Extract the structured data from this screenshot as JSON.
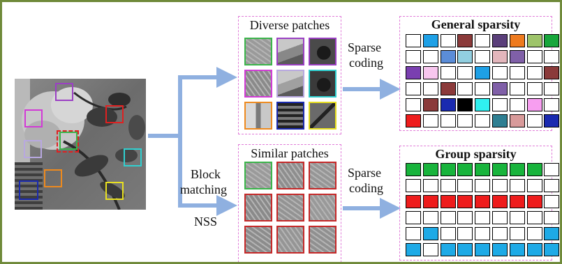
{
  "photo": {
    "boxes": [
      {
        "color": "#9b3fc4",
        "dashed": false
      },
      {
        "color": "#d23ad6",
        "dashed": false
      },
      {
        "color": "#e02020",
        "dashed": false
      },
      {
        "color": "#3ab54a",
        "dashed": false
      },
      {
        "color": "#e02020",
        "dashed": true
      },
      {
        "color": "#b8a8e0",
        "dashed": false
      },
      {
        "color": "#ee8a1e",
        "dashed": false
      },
      {
        "color": "#30d0d0",
        "dashed": false
      },
      {
        "color": "#1a2ab0",
        "dashed": false
      },
      {
        "color": "#e8e020",
        "dashed": false
      }
    ]
  },
  "labels": {
    "block_matching_1": "Block",
    "block_matching_2": "matching",
    "nss": "NSS",
    "sparse_coding_1": "Sparse",
    "sparse_coding_2": "coding"
  },
  "diverse": {
    "title": "Diverse patches",
    "patches": [
      {
        "border": "#3ab54a",
        "tone": "#9a9a9a",
        "pattern": "veins"
      },
      {
        "border": "#9b3fc4",
        "tone": "#888888",
        "pattern": "fold"
      },
      {
        "border": "#9b3fc4",
        "tone": "#4a4a4a",
        "pattern": "bud"
      },
      {
        "border": "#d23ad6",
        "tone": "#8a8a8a",
        "pattern": "veins"
      },
      {
        "border": "#b8a8e0",
        "tone": "#a0a0a0",
        "pattern": "fold"
      },
      {
        "border": "#30d0d0",
        "tone": "#3a3a3a",
        "pattern": "bud"
      },
      {
        "border": "#ee8a1e",
        "tone": "#bdbdbd",
        "pattern": "vertical"
      },
      {
        "border": "#1a2ab0",
        "tone": "#5a5a5a",
        "pattern": "stripes"
      },
      {
        "border": "#e8e020",
        "tone": "#555555",
        "pattern": "stem"
      }
    ]
  },
  "similar": {
    "title": "Similar patches",
    "patches": [
      {
        "border": "#3ab54a",
        "tone": "#9a9a9a"
      },
      {
        "border": "#c62828",
        "tone": "#8e8e8e"
      },
      {
        "border": "#c62828",
        "tone": "#969696"
      },
      {
        "border": "#c62828",
        "tone": "#8a8a8a"
      },
      {
        "border": "#c62828",
        "tone": "#939393"
      },
      {
        "border": "#c62828",
        "tone": "#999999"
      },
      {
        "border": "#c62828",
        "tone": "#8c8c8c"
      },
      {
        "border": "#c62828",
        "tone": "#959595"
      },
      {
        "border": "#c62828",
        "tone": "#909090"
      }
    ]
  },
  "general": {
    "title": "General sparsity",
    "rows": [
      [
        "#ffffff",
        "#1ea0e6",
        "#ffffff",
        "#8b3a3a",
        "#ffffff",
        "#5a3f7a",
        "#ee7a1e",
        "#9ec46a",
        "#18a63c"
      ],
      [
        "#ffffff",
        "#ffffff",
        "#5b8dd8",
        "#92cfe0",
        "#ffffff",
        "#e3b6bc",
        "#8060a8",
        "#ffffff",
        "#ffffff"
      ],
      [
        "#7a3fb0",
        "#f7c6ee",
        "#ffffff",
        "#ffffff",
        "#1ea0e6",
        "#ffffff",
        "#ffffff",
        "#ffffff",
        "#8b3a3a"
      ],
      [
        "#ffffff",
        "#ffffff",
        "#8b3a3a",
        "#ffffff",
        "#ffffff",
        "#8060a8",
        "#ffffff",
        "#ffffff",
        "#ffffff"
      ],
      [
        "#ffffff",
        "#8b3a3a",
        "#1a2ab0",
        "#000000",
        "#30f0f0",
        "#ffffff",
        "#ffffff",
        "#f79ef0",
        "#ffffff"
      ],
      [
        "#ee1c1c",
        "#ffffff",
        "#ffffff",
        "#ffffff",
        "#ffffff",
        "#2e7f92",
        "#d89a9a",
        "#ffffff",
        "#1a2ab0"
      ]
    ]
  },
  "group": {
    "title": "Group sparsity",
    "rows": [
      [
        "#18b43c",
        "#18b43c",
        "#18b43c",
        "#18b43c",
        "#18b43c",
        "#18b43c",
        "#18b43c",
        "#18b43c",
        "#ffffff"
      ],
      [
        "#ffffff",
        "#ffffff",
        "#ffffff",
        "#ffffff",
        "#ffffff",
        "#ffffff",
        "#ffffff",
        "#ffffff",
        "#ffffff"
      ],
      [
        "#ee1c1c",
        "#ee1c1c",
        "#ee1c1c",
        "#ee1c1c",
        "#ee1c1c",
        "#ee1c1c",
        "#ee1c1c",
        "#ee1c1c",
        "#ffffff"
      ],
      [
        "#ffffff",
        "#ffffff",
        "#ffffff",
        "#ffffff",
        "#ffffff",
        "#ffffff",
        "#ffffff",
        "#ffffff",
        "#ffffff"
      ],
      [
        "#ffffff",
        "#1eaae6",
        "#ffffff",
        "#ffffff",
        "#ffffff",
        "#ffffff",
        "#ffffff",
        "#ffffff",
        "#1eaae6"
      ],
      [
        "#1eaae6",
        "#ffffff",
        "#1eaae6",
        "#1eaae6",
        "#1eaae6",
        "#1eaae6",
        "#1eaae6",
        "#1eaae6",
        "#1eaae6"
      ]
    ]
  },
  "colors": {
    "arrow": "#8fb0e0",
    "frame": "#6f8a3a",
    "panel_border": "#e07bd8"
  }
}
